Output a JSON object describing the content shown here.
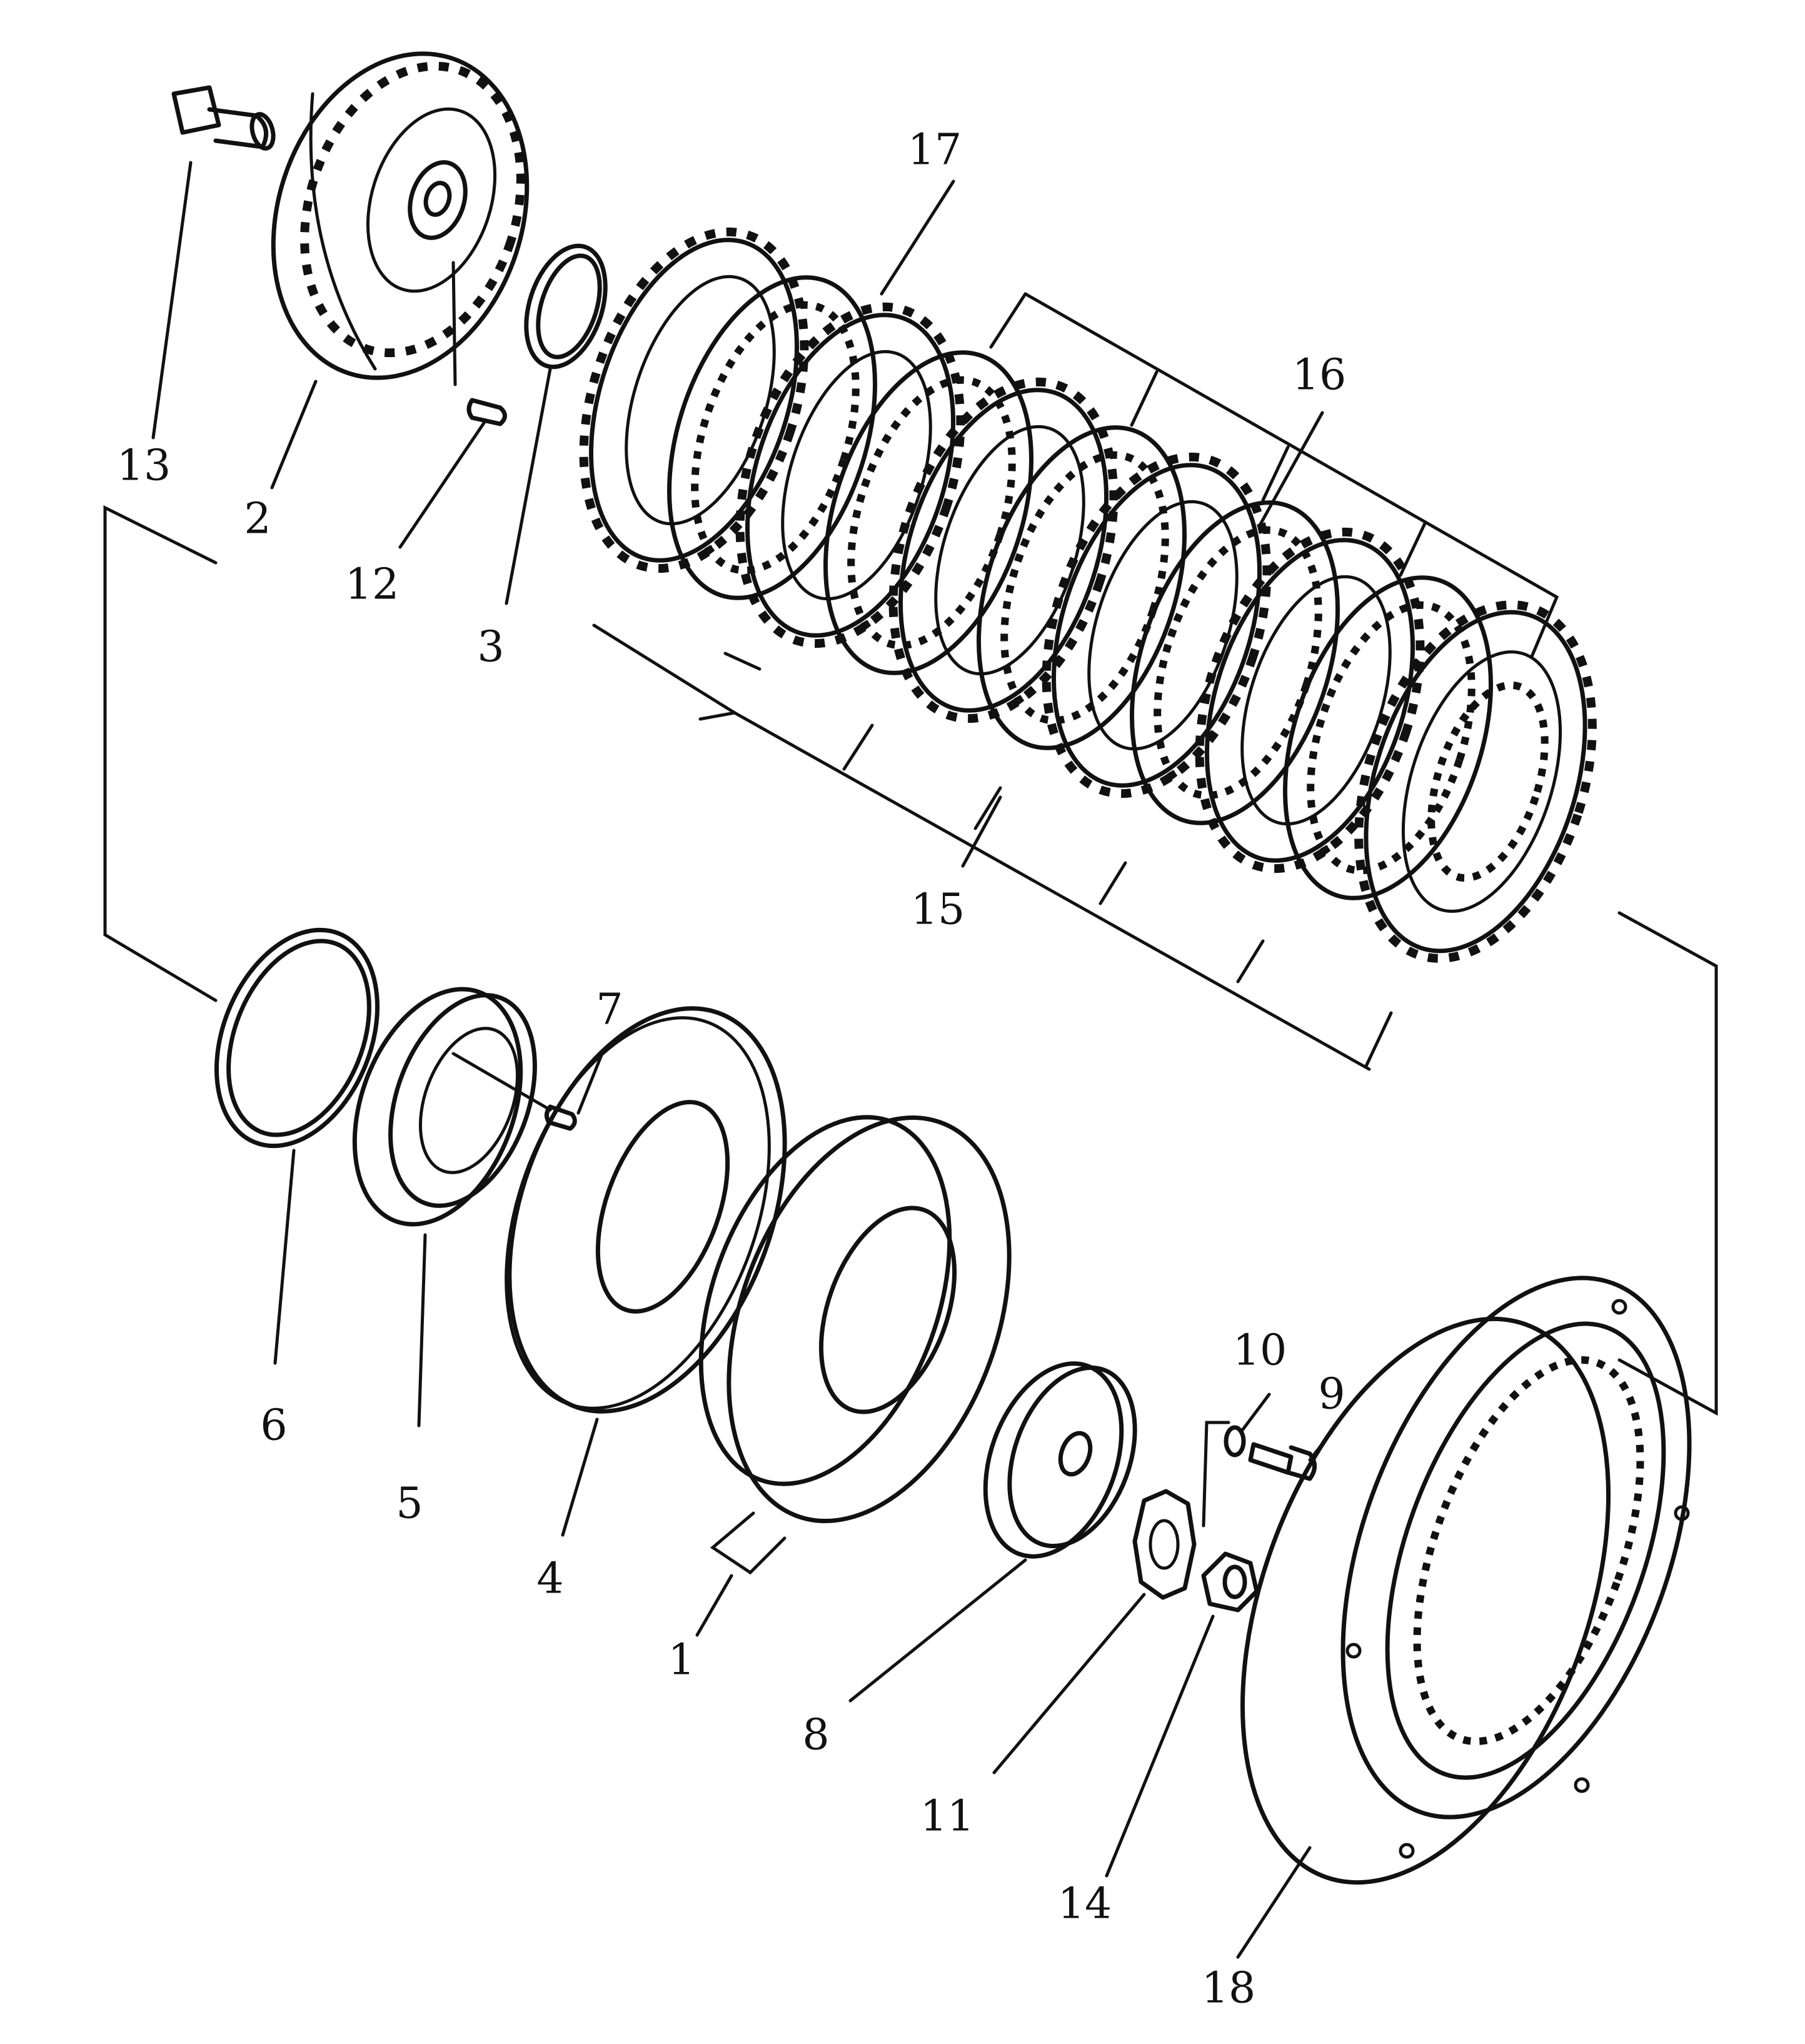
{
  "diagram": {
    "callouts": [
      {
        "id": "13",
        "text": "13"
      },
      {
        "id": "2",
        "text": "2"
      },
      {
        "id": "12",
        "text": "12"
      },
      {
        "id": "3",
        "text": "3"
      },
      {
        "id": "17",
        "text": "17"
      },
      {
        "id": "16",
        "text": "16"
      },
      {
        "id": "15",
        "text": "15"
      },
      {
        "id": "7",
        "text": "7"
      },
      {
        "id": "6",
        "text": "6"
      },
      {
        "id": "5",
        "text": "5"
      },
      {
        "id": "4",
        "text": "4"
      },
      {
        "id": "1",
        "text": "1"
      },
      {
        "id": "8",
        "text": "8"
      },
      {
        "id": "10",
        "text": "10"
      },
      {
        "id": "9",
        "text": "9"
      },
      {
        "id": "11",
        "text": "11"
      },
      {
        "id": "14",
        "text": "14"
      },
      {
        "id": "18",
        "text": "18"
      }
    ]
  }
}
